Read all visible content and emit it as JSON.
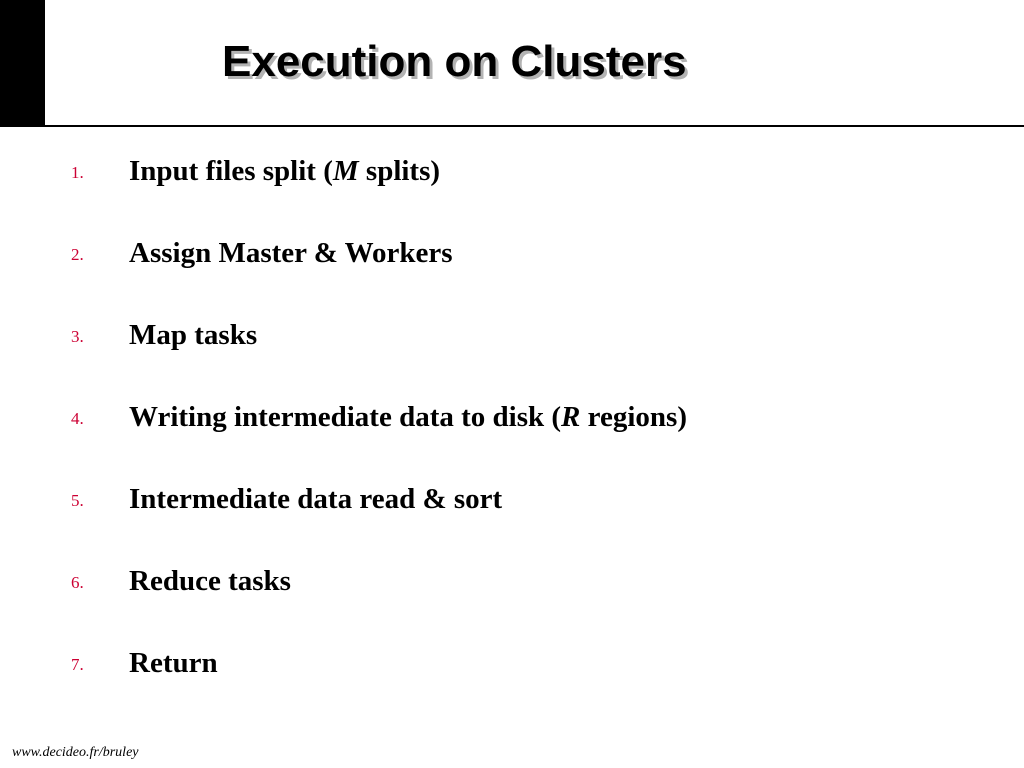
{
  "slide": {
    "title": "Execution on Clusters",
    "footer": "www.decideo.fr/bruley",
    "colors": {
      "background": "#ffffff",
      "bar": "#000000",
      "number": "#cc0033",
      "text": "#000000"
    },
    "steps": [
      {
        "number": "1.",
        "before": "Input files split (",
        "italic": "M",
        "after": " splits)"
      },
      {
        "number": "2.",
        "before": "Assign Master & Workers",
        "italic": "",
        "after": ""
      },
      {
        "number": "3.",
        "before": "Map tasks",
        "italic": "",
        "after": ""
      },
      {
        "number": "4.",
        "before": "Writing intermediate data to disk (",
        "italic": "R",
        "after": " regions)"
      },
      {
        "number": "5.",
        "before": "Intermediate data read & sort",
        "italic": "",
        "after": ""
      },
      {
        "number": "6.",
        "before": "Reduce tasks",
        "italic": "",
        "after": ""
      },
      {
        "number": "7.",
        "before": "Return",
        "italic": "",
        "after": ""
      }
    ]
  }
}
